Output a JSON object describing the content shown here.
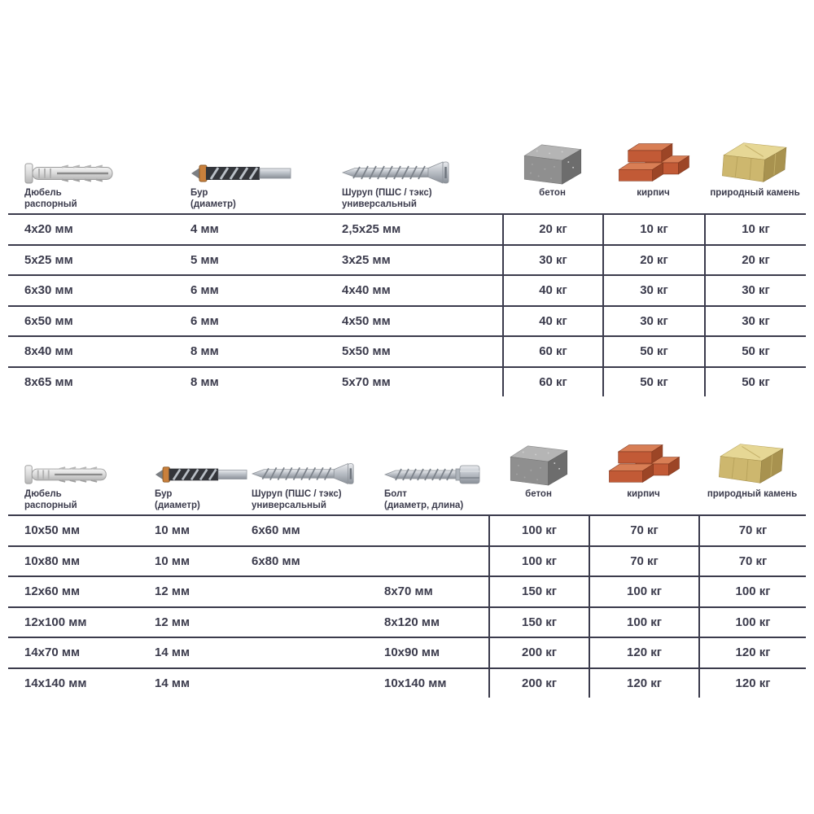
{
  "palette": {
    "text_color": "#3b3b4c",
    "line_color": "#3b3b4c",
    "background": "#ffffff",
    "brick_color": "#c25a36",
    "concrete_color": "#8f8f8f",
    "stone_color": "#cdb76e"
  },
  "chart_data": [
    {
      "type": "table",
      "name": "small-dowels-selection",
      "columns": [
        {
          "name": "dowel",
          "icon": "dowel-image",
          "label": "Дюбель\nраспорный",
          "align": "left"
        },
        {
          "name": "drill",
          "icon": "drill-bit-image",
          "label": "Бур\n(диаметр)",
          "align": "left"
        },
        {
          "name": "screw",
          "icon": "screw-image",
          "label": "Шуруп (ПШС / тэкс)\nуниверсальный",
          "align": "left"
        },
        {
          "name": "concrete",
          "icon": "concrete-block-image",
          "label": "бетон",
          "align": "center"
        },
        {
          "name": "brick",
          "icon": "bricks-image",
          "label": "кирпич",
          "align": "center"
        },
        {
          "name": "stone",
          "icon": "stone-image",
          "label": "природный камень",
          "align": "center"
        }
      ],
      "rows": [
        [
          "4x20 мм",
          "4 мм",
          "2,5x25 мм",
          "20 кг",
          "10 кг",
          "10 кг"
        ],
        [
          "5x25 мм",
          "5 мм",
          "3x25 мм",
          "30 кг",
          "20 кг",
          "20 кг"
        ],
        [
          "6x30 мм",
          "6 мм",
          "4x40 мм",
          "40 кг",
          "30 кг",
          "30 кг"
        ],
        [
          "6x50 мм",
          "6 мм",
          "4x50 мм",
          "40 кг",
          "30 кг",
          "30 кг"
        ],
        [
          "8x40 мм",
          "8 мм",
          "5x50 мм",
          "60 кг",
          "50 кг",
          "50 кг"
        ],
        [
          "8x65 мм",
          "8 мм",
          "5x70 мм",
          "60 кг",
          "50 кг",
          "50 кг"
        ]
      ]
    },
    {
      "type": "table",
      "name": "large-dowels-selection",
      "columns": [
        {
          "name": "dowel",
          "icon": "dowel-image",
          "label": "Дюбель\nраспорный",
          "align": "left"
        },
        {
          "name": "drill",
          "icon": "drill-bit-image",
          "label": "Бур\n(диаметр)",
          "align": "left"
        },
        {
          "name": "screw",
          "icon": "screw-image",
          "label": "Шуруп (ПШС / тэкс)\nуниверсальный",
          "align": "left"
        },
        {
          "name": "bolt",
          "icon": "lag-bolt-image",
          "label": "Болт\n(диаметр, длина)",
          "align": "left"
        },
        {
          "name": "concrete",
          "icon": "concrete-block-image",
          "label": "бетон",
          "align": "center"
        },
        {
          "name": "brick",
          "icon": "bricks-image",
          "label": "кирпич",
          "align": "center"
        },
        {
          "name": "stone",
          "icon": "stone-image",
          "label": "природный камень",
          "align": "center"
        }
      ],
      "rows": [
        [
          "10x50 мм",
          "10 мм",
          "6x60 мм",
          "",
          "100 кг",
          "70 кг",
          "70 кг"
        ],
        [
          "10x80 мм",
          "10 мм",
          "6x80 мм",
          "",
          "100 кг",
          "70 кг",
          "70 кг"
        ],
        [
          "12x60 мм",
          "12 мм",
          "",
          "8x70 мм",
          "150 кг",
          "100 кг",
          "100 кг"
        ],
        [
          "12x100 мм",
          "12 мм",
          "",
          "8x120 мм",
          "150 кг",
          "100 кг",
          "100 кг"
        ],
        [
          "14x70 мм",
          "14 мм",
          "",
          "10x90 мм",
          "200 кг",
          "120 кг",
          "120 кг"
        ],
        [
          "14x140 мм",
          "14 мм",
          "",
          "10x140 мм",
          "200 кг",
          "120 кг",
          "120 кг"
        ]
      ]
    }
  ]
}
